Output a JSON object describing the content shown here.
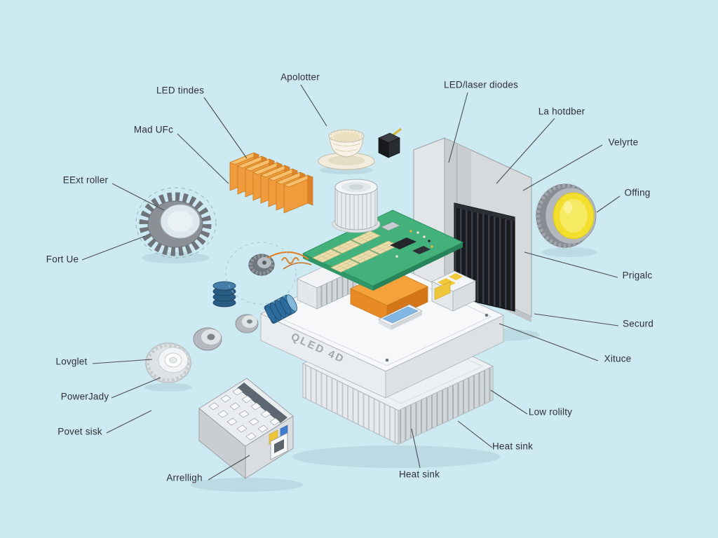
{
  "scene": {
    "background": "#cde9f2",
    "leader_line_color": "#4b4f53",
    "text_color": "#2e3134",
    "pcb_green": "#43b17b",
    "heatsink_orange": "#f09b3c",
    "lens_yellow": "#f2de2c"
  },
  "engraving": "QLED 4D",
  "labels": [
    {
      "id": "led-tindes",
      "text": "LED tindes"
    },
    {
      "id": "apolotter",
      "text": "Apolotter"
    },
    {
      "id": "led-laser-diodes",
      "text": "LED/laser diodes"
    },
    {
      "id": "la-hotdber",
      "text": "La hotdber"
    },
    {
      "id": "mad-ufc",
      "text": "Mad UFc"
    },
    {
      "id": "velyrte",
      "text": "Velyrte"
    },
    {
      "id": "eext-roller",
      "text": "EExt roller"
    },
    {
      "id": "offing",
      "text": "Offing"
    },
    {
      "id": "fort-ue",
      "text": "Fort Ue"
    },
    {
      "id": "prigalc",
      "text": "Prigalc"
    },
    {
      "id": "securd",
      "text": "Securd"
    },
    {
      "id": "xituce",
      "text": "Xituce"
    },
    {
      "id": "lovglet",
      "text": "Lovglet"
    },
    {
      "id": "powerjady",
      "text": "PowerJady"
    },
    {
      "id": "povet-sisk",
      "text": "Povet sisk"
    },
    {
      "id": "arrelligh",
      "text": "Arrelligh"
    },
    {
      "id": "heat-sink-center",
      "text": "Heat sink"
    },
    {
      "id": "heat-sink-right",
      "text": "Heat sink"
    },
    {
      "id": "low-rolilty",
      "text": "Low rolilty"
    }
  ]
}
